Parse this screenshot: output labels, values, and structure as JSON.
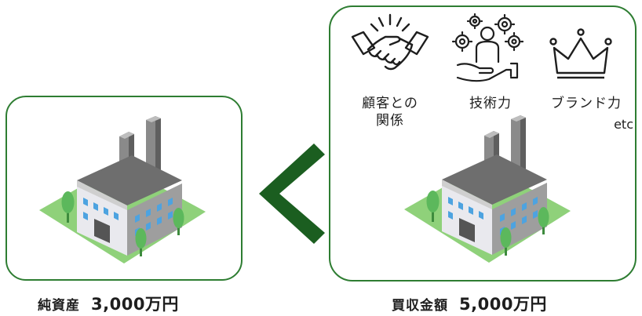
{
  "icons": {
    "customer_relations": "handshake-icon",
    "technology": "person-gears-icon",
    "brand": "crown-icon",
    "building": "factory-icon",
    "comparison": "less-than-icon"
  },
  "intangibles": {
    "customer_line1": "顧客との",
    "customer_line2": "関係",
    "technology": "技術力",
    "brand": "ブランド力",
    "etc": "etc"
  },
  "left": {
    "caption_label": "純資産",
    "caption_value": "3,000万円"
  },
  "right": {
    "caption_label": "買収金額",
    "caption_value": "5,000万円"
  },
  "colors": {
    "border": "#2e7d32",
    "arrow": "#1b5e20",
    "grass": "#8fd17a",
    "tree": "#5cb85c",
    "window": "#4da3e0"
  }
}
